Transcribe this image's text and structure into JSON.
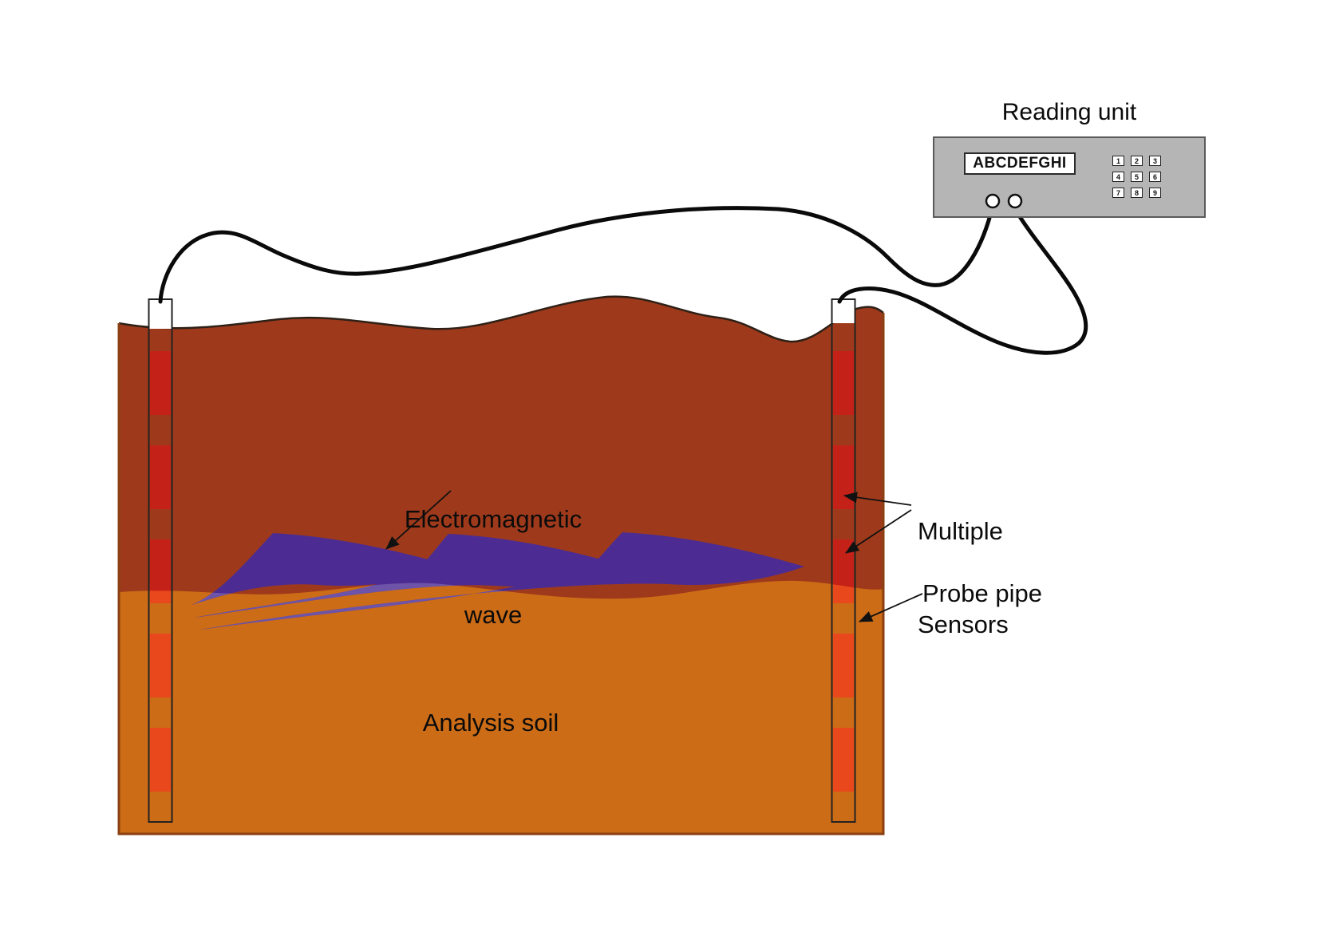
{
  "reading_unit": {
    "title": "Reading unit",
    "display_text": "ABCDEFGHI",
    "keypad": [
      "1",
      "2",
      "3",
      "4",
      "5",
      "6",
      "7",
      "8",
      "9"
    ]
  },
  "labels": {
    "electromagnetic_wave": {
      "line1": "Electromagnetic",
      "line2": "wave"
    },
    "multiple_sensors": {
      "line1": "Multiple",
      "line2": "Sensors"
    },
    "probe_pipe": "Probe pipe",
    "analysis_soil": "Analysis soil"
  },
  "colors": {
    "topsoil": "#9E3A1B",
    "subsoil": "#CC6C17",
    "soil_outline": "#2E2017",
    "container_edge": "#8A4012",
    "wave_dark": "#4C2C92",
    "wave_light": "#6E54A8",
    "sensor_dark": "#C42119",
    "sensor_bright": "#E8481C",
    "pipe_outline": "#222222",
    "pipe_top_fill": "#FFFFFF",
    "unit_fill": "#B5B5B5",
    "unit_border": "#5A5A5C",
    "connector_fill": "#FFFFFF",
    "cable": "#0A0A0A",
    "arrow": "#111111"
  }
}
